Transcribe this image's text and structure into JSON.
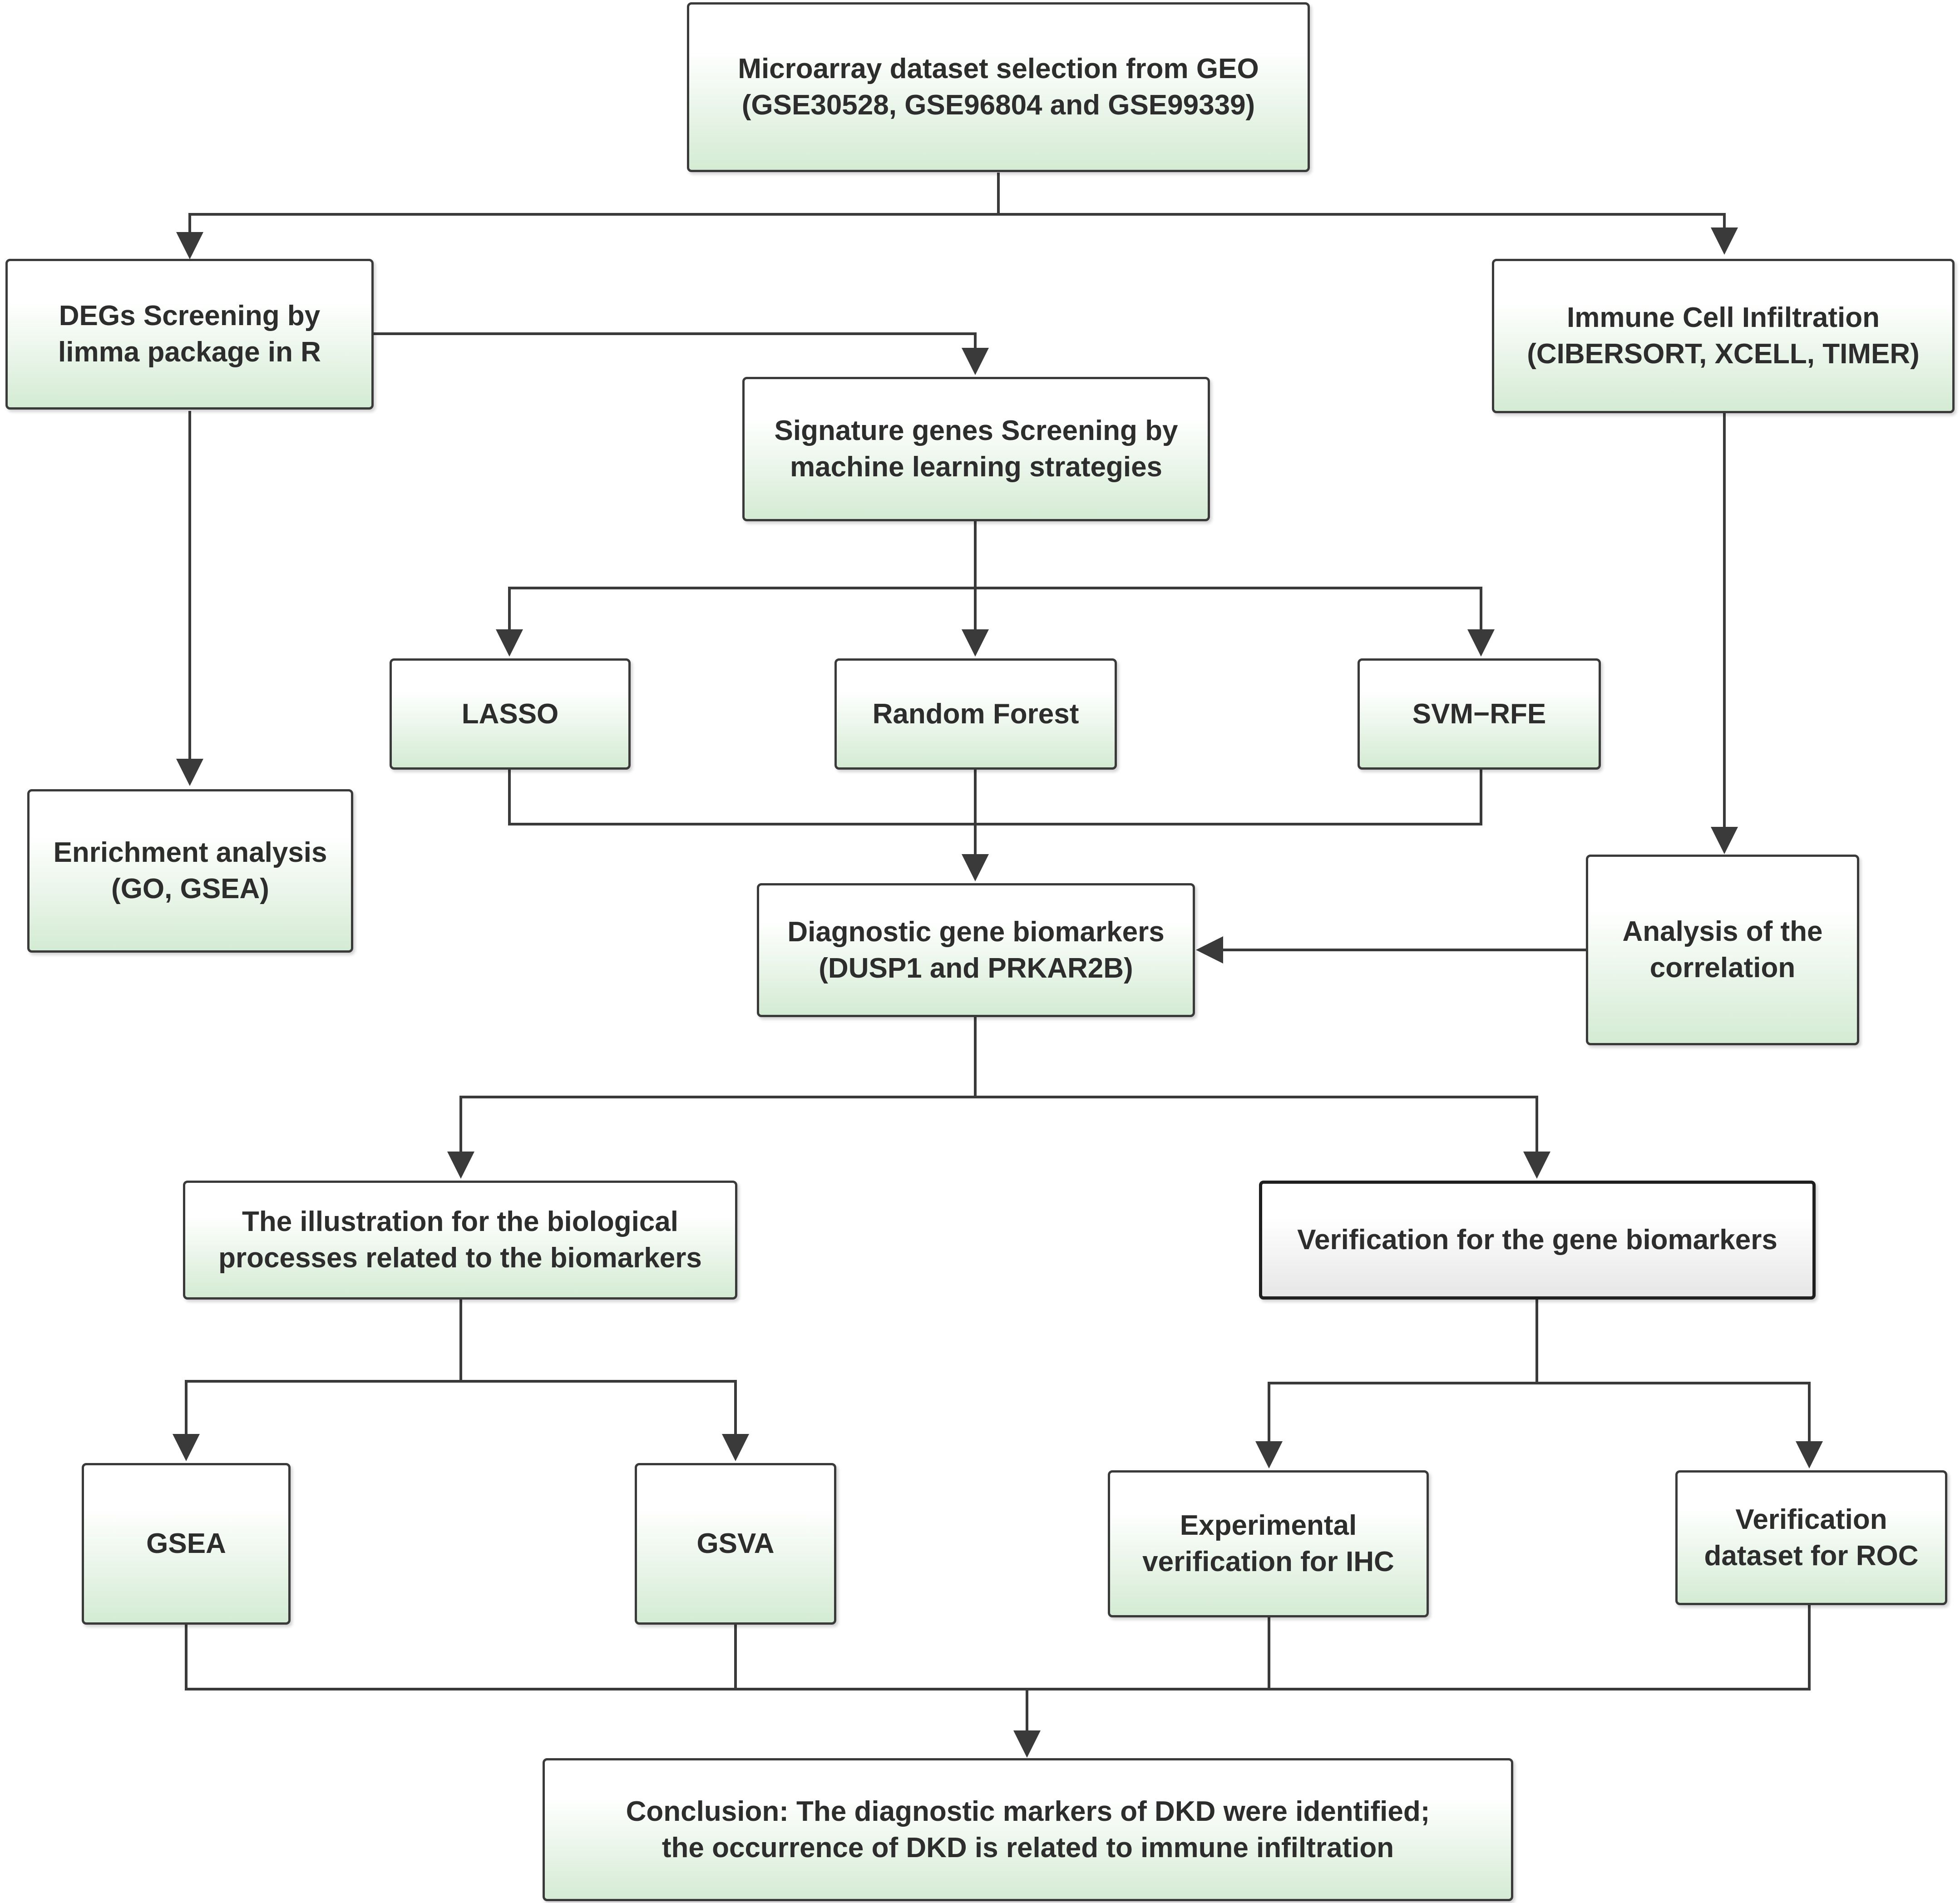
{
  "nodes": {
    "microarray": {
      "lines": [
        "Microarray dataset selection from GEO",
        "(GSE30528, GSE96804 and GSE99339)"
      ]
    },
    "degs": {
      "lines": [
        "DEGs Screening by",
        "limma package in R"
      ]
    },
    "immune": {
      "lines": [
        "Immune Cell Infiltration",
        "(CIBERSORT, XCELL, TIMER)"
      ]
    },
    "signature": {
      "lines": [
        "Signature genes Screening by",
        "machine learning strategies"
      ]
    },
    "lasso": {
      "lines": [
        "LASSO"
      ]
    },
    "random_forest": {
      "lines": [
        "Random Forest"
      ]
    },
    "svm_rfe": {
      "lines": [
        "SVM−RFE"
      ]
    },
    "enrichment": {
      "lines": [
        "Enrichment analysis",
        "(GO, GSEA)"
      ]
    },
    "diagnostic": {
      "lines": [
        "Diagnostic gene biomarkers",
        "(DUSP1 and PRKAR2B)"
      ]
    },
    "correlation": {
      "lines": [
        "Analysis of the",
        "correlation"
      ]
    },
    "illustration": {
      "lines": [
        "The illustration for the biological",
        "processes related to the biomarkers"
      ]
    },
    "verification": {
      "lines": [
        "Verification for the gene biomarkers"
      ]
    },
    "gsea": {
      "lines": [
        "GSEA"
      ]
    },
    "gsva": {
      "lines": [
        "GSVA"
      ]
    },
    "ihc": {
      "lines": [
        "Experimental",
        "verification for IHC"
      ]
    },
    "roc": {
      "lines": [
        "Verification",
        "dataset for ROC"
      ]
    },
    "conclusion": {
      "lines": [
        "Conclusion: The diagnostic markers of DKD were identified;",
        "the occurrence of DKD is related to immune infiltration"
      ]
    }
  },
  "colors": {
    "box_border": "#3a3a3a",
    "box_fill_top": "#ffffff",
    "box_fill_bottom": "#d4ebd3",
    "grey_fill_bottom": "#e6e6e6",
    "connector": "#3a3a3a",
    "text": "#2d2d2d"
  }
}
